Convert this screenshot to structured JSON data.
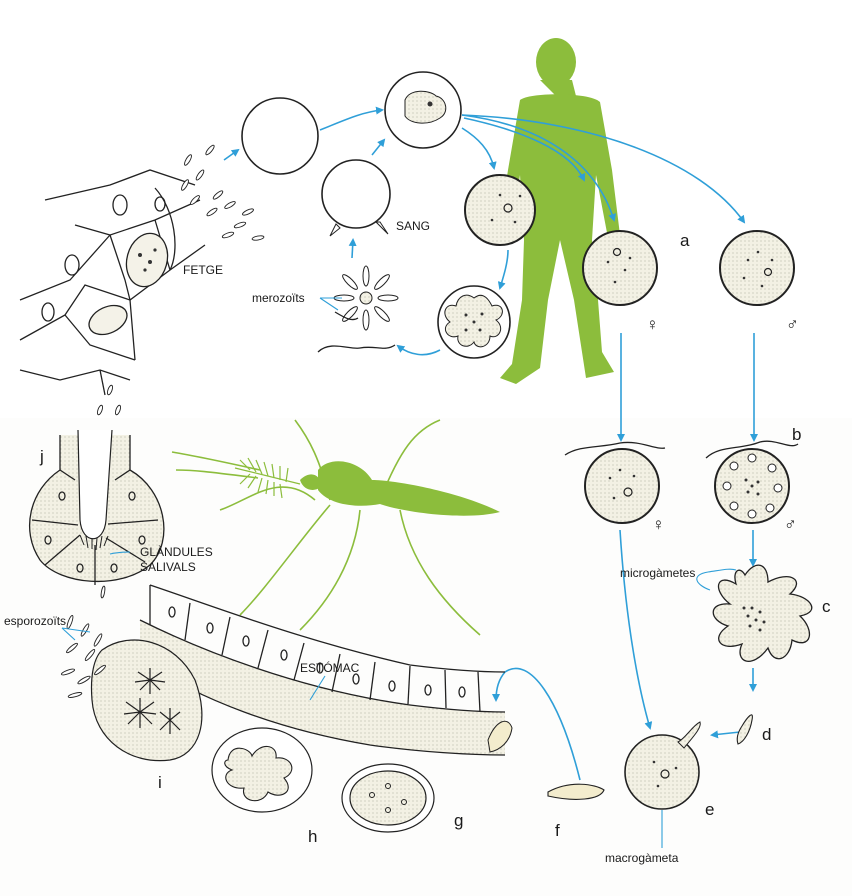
{
  "colors": {
    "organism_green": "#8cbd3c",
    "arrow_blue": "#2f9fd8",
    "ink": "#222222"
  },
  "labels": {
    "fetge": "FETGE",
    "sang": "SANG",
    "merozoits": "merozoïts",
    "glandules_line1": "GLÀNDULES",
    "glandules_line2": "SALIVALS",
    "esporozoits": "esporozoïts",
    "estomac": "ESTÓMAC",
    "microgametes": "microgàmetes",
    "macrogameta": "macrogàmeta"
  },
  "stage_letters": {
    "a": "a",
    "b": "b",
    "c": "c",
    "d": "d",
    "e": "e",
    "f": "f",
    "g": "g",
    "h": "h",
    "i": "i",
    "j": "j"
  },
  "sex_symbols": {
    "female_upper": "♀",
    "male_upper": "♂",
    "female_lower": "♀",
    "male_lower": "♂"
  },
  "icons": {
    "human": "human-silhouette-icon",
    "mosquito": "mosquito-icon"
  }
}
